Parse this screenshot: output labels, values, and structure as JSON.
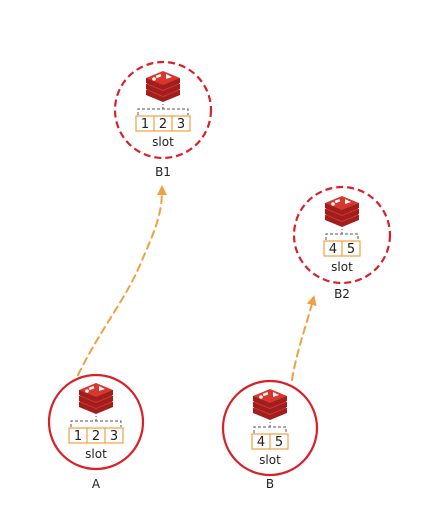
{
  "colors": {
    "circle": "#d92027",
    "arrow": "#f0a040",
    "cell_border": "#f0a040",
    "bracket": "#555555",
    "logo_dark": "#a01e1e",
    "logo_mid": "#d7372f",
    "logo_light": "#ffffff"
  },
  "nodes": [
    {
      "name": "B1",
      "slot_label": "slot",
      "slots": [
        "1",
        "2",
        "3"
      ],
      "style": "dashed",
      "icon": "redis-stack-icon"
    },
    {
      "name": "B2",
      "slot_label": "slot",
      "slots": [
        "4",
        "5"
      ],
      "style": "dashed",
      "icon": "redis-stack-icon"
    },
    {
      "name": "A",
      "slot_label": "slot",
      "slots": [
        "1",
        "2",
        "3"
      ],
      "style": "solid",
      "icon": "redis-stack-icon"
    },
    {
      "name": "B",
      "slot_label": "slot",
      "slots": [
        "4",
        "5"
      ],
      "style": "solid",
      "icon": "redis-stack-icon"
    }
  ],
  "edges": [
    {
      "from": "A",
      "to": "B1",
      "style": "dashed"
    },
    {
      "from": "B",
      "to": "B2",
      "style": "dashed"
    }
  ]
}
